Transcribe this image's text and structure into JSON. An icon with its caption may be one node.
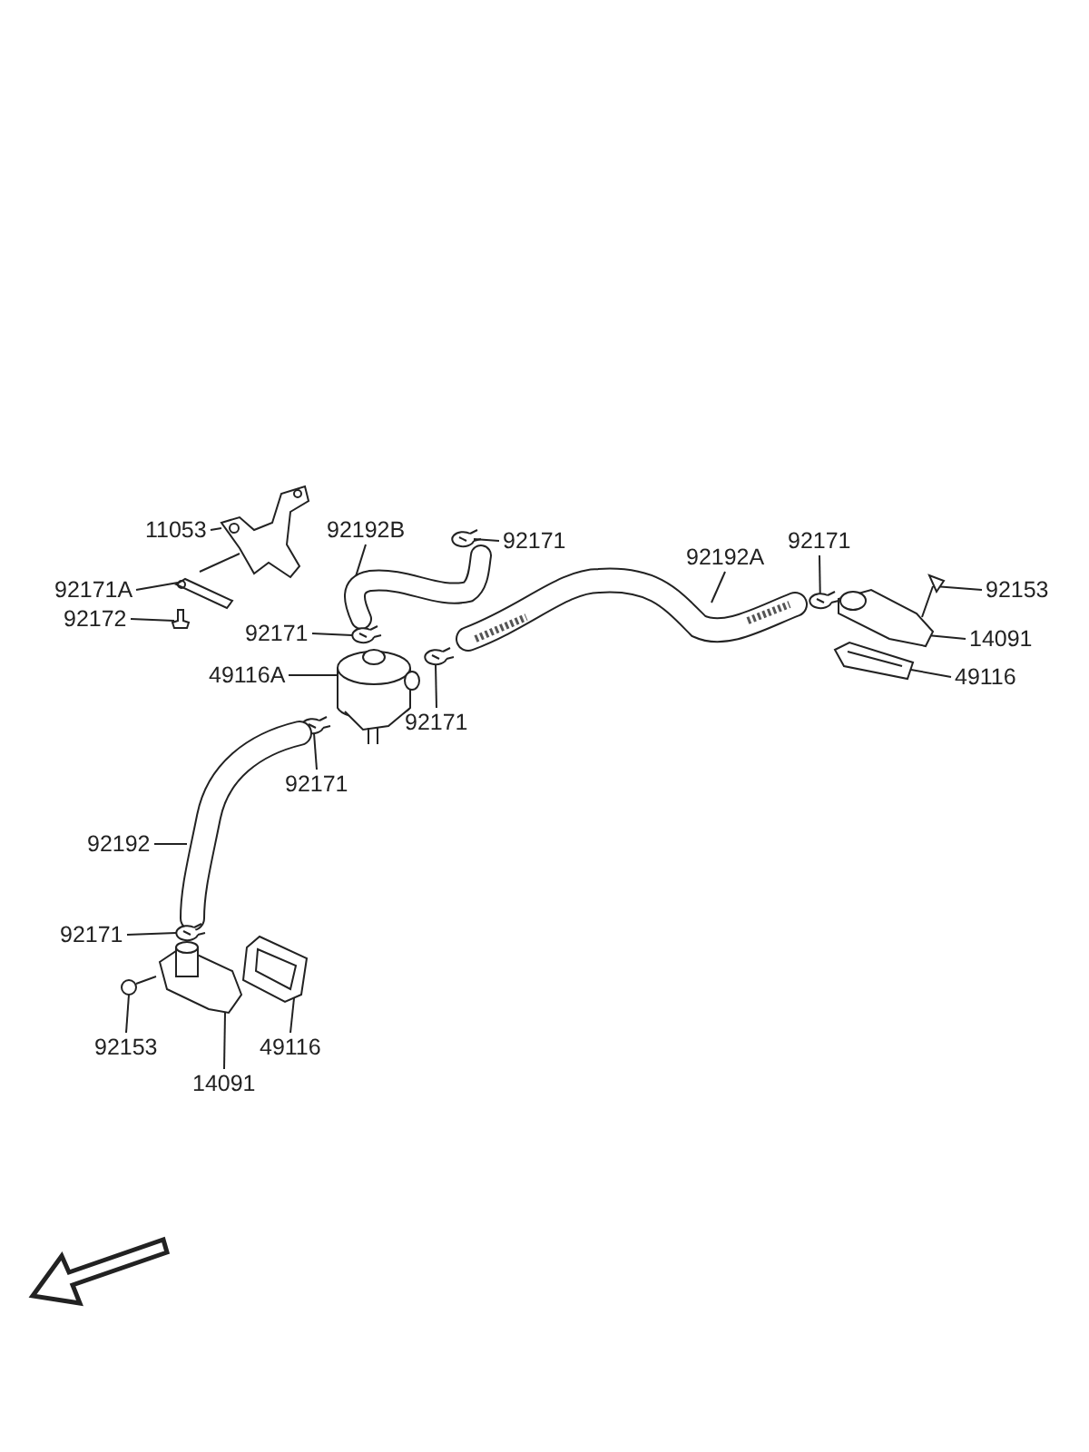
{
  "diagram": {
    "nodes": [
      {
        "text": [
          "11053"
        ]
      },
      {
        "text": [
          "92171A"
        ]
      },
      {
        "text": [
          "92172"
        ]
      },
      {
        "text": [
          "92192B"
        ]
      },
      {
        "text": [
          "92171"
        ]
      },
      {
        "text": [
          "92171"
        ]
      },
      {
        "text": [
          "49116A"
        ]
      },
      {
        "text": [
          "92171"
        ]
      },
      {
        "text": [
          "92171"
        ]
      },
      {
        "text": [
          "92192A"
        ]
      },
      {
        "text": [
          "92171"
        ]
      },
      {
        "text": [
          "92153"
        ]
      },
      {
        "text": [
          "14091"
        ]
      },
      {
        "text": [
          "49116"
        ]
      },
      {
        "text": [
          "92192"
        ]
      },
      {
        "text": [
          "92171"
        ]
      },
      {
        "text": [
          "92153"
        ]
      },
      {
        "text": [
          "49116"
        ]
      },
      {
        "text": [
          "14091"
        ]
      },
      {
        "text": [],
        "shape": "picture"
      },
      {
        "text": [],
        "shape": "picture"
      },
      {
        "text": [],
        "shape": "picture"
      },
      {
        "text": [],
        "shape": "picture"
      },
      {
        "text": [],
        "shape": "picture"
      },
      {
        "text": [],
        "shape": "picture"
      },
      {
        "text": [],
        "shape": "picture"
      },
      {
        "text": [],
        "shape": "picture"
      },
      {
        "text": [],
        "shape": "picture"
      },
      {
        "text": [],
        "shape": "picture"
      },
      {
        "text": [],
        "shape": "picture"
      },
      {
        "text": [],
        "shape": "picture"
      },
      {
        "text": [],
        "shape": "picture"
      },
      {
        "text": [],
        "shape": "picture"
      },
      {
        "text": [],
        "shape": "picture"
      },
      {
        "text": [],
        "shape": "picture"
      },
      {
        "text": [],
        "shape": "picture"
      },
      {
        "text": [],
        "shape": "picture"
      },
      {
        "text": [],
        "shape": "picture"
      }
    ],
    "edges": [
      {
        "from": 0,
        "to": 19,
        "arrow": "none"
      },
      {
        "from": 1,
        "to": 20,
        "arrow": "none"
      },
      {
        "from": 2,
        "to": 21,
        "arrow": "none"
      },
      {
        "from": 3,
        "to": 22,
        "arrow": "none"
      },
      {
        "from": 4,
        "to": 23,
        "arrow": "none"
      },
      {
        "from": 5,
        "to": 24,
        "arrow": "none"
      },
      {
        "from": 6,
        "to": 25,
        "arrow": "none"
      },
      {
        "from": 7,
        "to": 26,
        "arrow": "none"
      },
      {
        "from": 8,
        "to": 27,
        "arrow": "none"
      },
      {
        "from": 9,
        "to": 28,
        "arrow": "none"
      },
      {
        "from": 10,
        "to": 29,
        "arrow": "none"
      },
      {
        "from": 11,
        "to": 30,
        "arrow": "none"
      },
      {
        "from": 12,
        "to": 31,
        "arrow": "none"
      },
      {
        "from": 13,
        "to": 32,
        "arrow": "none"
      },
      {
        "from": 14,
        "to": 33,
        "arrow": "none"
      },
      {
        "from": 15,
        "to": 34,
        "arrow": "none"
      },
      {
        "from": 16,
        "to": 35,
        "arrow": "none"
      },
      {
        "from": 17,
        "to": 36,
        "arrow": "none"
      },
      {
        "from": 18,
        "to": 37,
        "arrow": "none"
      }
    ]
  }
}
